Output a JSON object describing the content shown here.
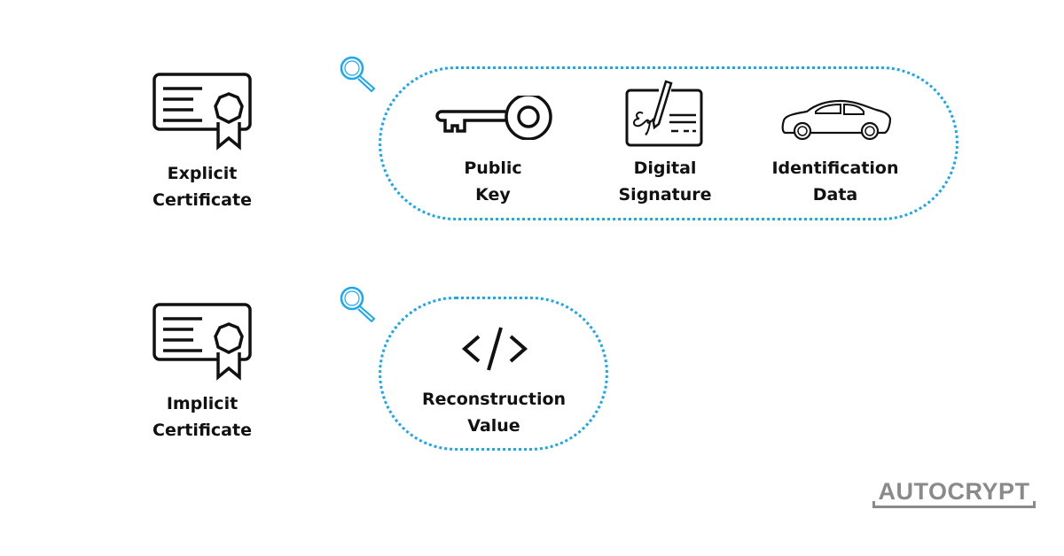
{
  "accent_color": "#1aa7f0",
  "rows": [
    {
      "certificate": {
        "line1": "Explicit",
        "line2": "Certificate",
        "icon": "certificate-icon"
      },
      "contents": [
        {
          "line1": "Public",
          "line2": "Key",
          "icon": "key-icon"
        },
        {
          "line1": "Digital",
          "line2": "Signature",
          "icon": "signature-icon"
        },
        {
          "line1": "Identification",
          "line2": "Data",
          "icon": "car-icon"
        }
      ]
    },
    {
      "certificate": {
        "line1": "Implicit",
        "line2": "Certificate",
        "icon": "certificate-icon"
      },
      "contents": [
        {
          "line1": "Reconstruction",
          "line2": "Value",
          "icon": "code-icon"
        }
      ]
    }
  ],
  "logo": {
    "text": "AUTOCRYPT"
  }
}
